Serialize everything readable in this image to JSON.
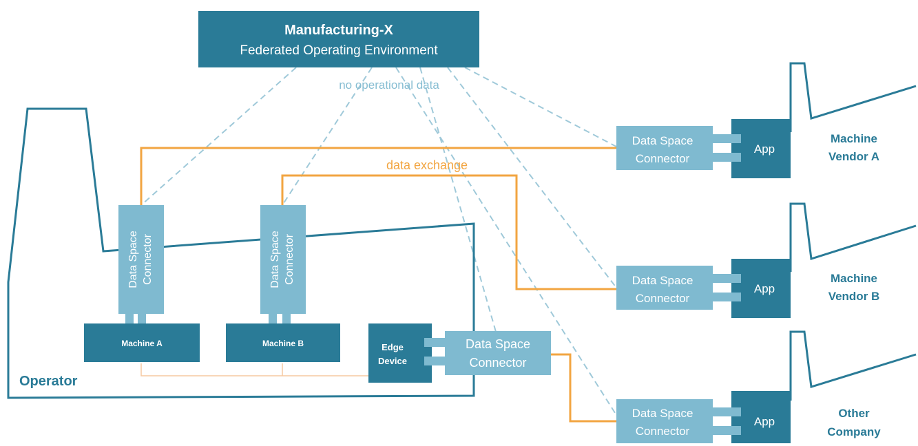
{
  "federated_environment": {
    "title": "Manufacturing-X",
    "subtitle": "Federated Operating Environment",
    "label_no_data": "no operational data"
  },
  "operator": {
    "label": "Operator",
    "machine_a": "Machine A",
    "machine_b": "Machine B",
    "edge_device_line1": "Edge",
    "edge_device_line2": "Device",
    "connector_line1": "Data Space",
    "connector_line2": "Connector"
  },
  "data_exchange_label": "data exchange",
  "partners": [
    {
      "name_line1": "Machine",
      "name_line2": "Vendor A",
      "app": "App",
      "connector_line1": "Data Space",
      "connector_line2": "Connector"
    },
    {
      "name_line1": "Machine",
      "name_line2": "Vendor B",
      "app": "App",
      "connector_line1": "Data Space",
      "connector_line2": "Connector"
    },
    {
      "name_line1": "Other",
      "name_line2": "Company",
      "app": "App",
      "connector_line1": "Data Space",
      "connector_line2": "Connector"
    }
  ],
  "colors": {
    "dark_teal": "#2a7b97",
    "light_teal": "#7fbad0",
    "orange": "#f2a541",
    "dashed": "#9fc9d9",
    "label_teal": "#86bdd2"
  }
}
